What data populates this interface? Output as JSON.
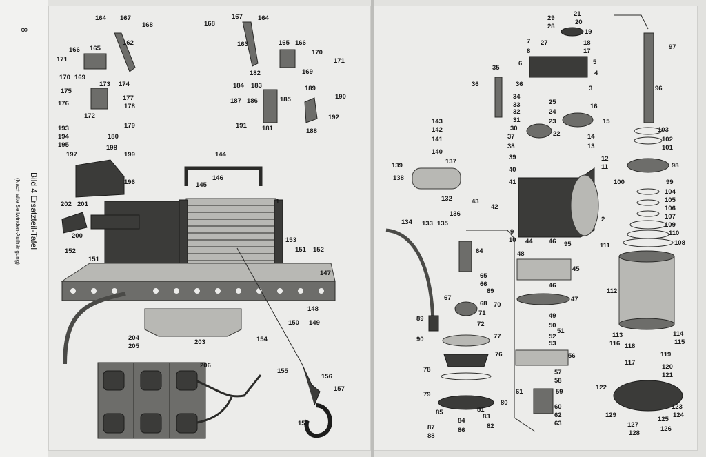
{
  "page_number": "8",
  "caption": {
    "title": "Bild 4 Ersatzteil-Tafel",
    "subtitle": "(Nach alte Seilwinden-Aufhängung)"
  },
  "left_labels": [
    "164",
    "167",
    "168",
    "162",
    "165",
    "166",
    "171",
    "170",
    "169",
    "173",
    "174",
    "175",
    "176",
    "177",
    "178",
    "172",
    "179",
    "180",
    "193",
    "194",
    "195",
    "197",
    "198",
    "199",
    "196",
    "144",
    "145",
    "146",
    "1",
    "202",
    "201",
    "200",
    "152",
    "151",
    "153",
    "151",
    "152",
    "147",
    "148",
    "150",
    "149",
    "203",
    "204",
    "205",
    "206",
    "154",
    "155",
    "156",
    "157",
    "158",
    "168",
    "167",
    "164",
    "163",
    "165",
    "166",
    "170",
    "171",
    "169",
    "182",
    "184",
    "183",
    "187",
    "186",
    "185",
    "189",
    "190",
    "191",
    "181",
    "188",
    "192"
  ],
  "right_labels": [
    "29",
    "28",
    "21",
    "20",
    "19",
    "27",
    "18",
    "17",
    "6",
    "5",
    "4",
    "7",
    "8",
    "35",
    "36",
    "36",
    "3",
    "34",
    "33",
    "32",
    "31",
    "30",
    "25",
    "24",
    "23",
    "22",
    "16",
    "15",
    "14",
    "13",
    "37",
    "38",
    "39",
    "40",
    "41",
    "12",
    "11",
    "143",
    "142",
    "141",
    "140",
    "139",
    "137",
    "138",
    "132",
    "43",
    "42",
    "2",
    "136",
    "135",
    "133",
    "134",
    "97",
    "96",
    "103",
    "102",
    "101",
    "98",
    "100",
    "99",
    "104",
    "105",
    "106",
    "107",
    "109",
    "110",
    "108",
    "111",
    "112",
    "9",
    "10",
    "44",
    "46",
    "95",
    "48",
    "45",
    "64",
    "46",
    "47",
    "65",
    "66",
    "69",
    "67",
    "68",
    "70",
    "71",
    "72",
    "89",
    "49",
    "50",
    "51",
    "52",
    "53",
    "77",
    "76",
    "90",
    "56",
    "78",
    "57",
    "58",
    "61",
    "59",
    "79",
    "80",
    "60",
    "62",
    "63",
    "85",
    "84",
    "83",
    "81",
    "82",
    "87",
    "86",
    "88",
    "113",
    "114",
    "115",
    "116",
    "118",
    "119",
    "117",
    "120",
    "121",
    "122",
    "123",
    "124",
    "129",
    "125",
    "127",
    "126",
    "128"
  ]
}
